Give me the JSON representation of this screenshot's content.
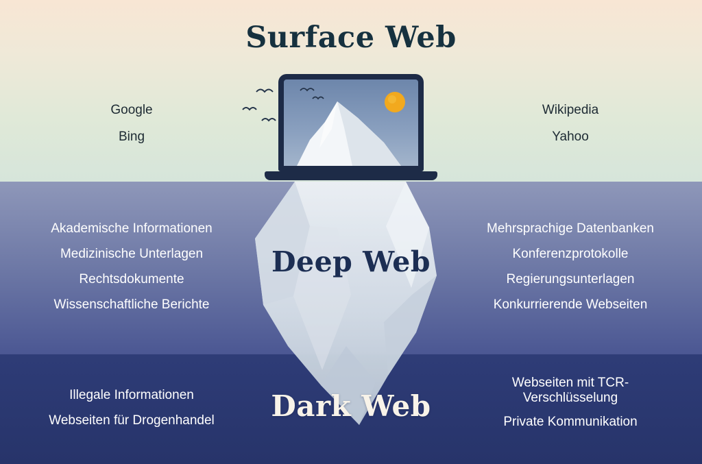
{
  "surface": {
    "title": "Surface Web",
    "left": [
      "Google",
      "Bing"
    ],
    "right": [
      "Wikipedia",
      "Yahoo"
    ]
  },
  "deep": {
    "title": "Deep Web",
    "left": [
      "Akademische Informationen",
      "Medizinische Unterlagen",
      "Rechtsdokumente",
      "Wissenschaftliche Berichte"
    ],
    "right": [
      "Mehrsprachige Datenbanken",
      "Konferenzprotokolle",
      "Regierungsunterlagen",
      "Konkurrierende Webseiten"
    ]
  },
  "dark": {
    "title": "Dark Web",
    "left": [
      "Illegale Informationen",
      "Webseiten für Drogenhandel"
    ],
    "right": [
      "Webseiten mit TCR-Verschlüsselung",
      "Private Kommunikation"
    ]
  },
  "icons": {
    "sun": "sun-icon",
    "bird": "bird-icon",
    "laptop": "laptop-icon",
    "iceberg": "iceberg-shape"
  },
  "colors": {
    "sun": "#F2A91E",
    "laptop_frame": "#1D2B47",
    "iceberg_light": "#F3F6F9",
    "iceberg_deep": "#B7C3D2",
    "surface_band_top": "#F8E6D4",
    "surface_band_bottom": "#D6E5DA",
    "deep_band_top": "#8E97B9",
    "deep_band_bottom": "#4B5793",
    "dark_band": "#2E3C77",
    "surface_text": "#1D2A33",
    "underwater_text": "#FFFFFF",
    "surface_title_text": "#16313F",
    "deep_title_text": "#1C2E53",
    "dark_title_text": "#F8F3E9"
  }
}
